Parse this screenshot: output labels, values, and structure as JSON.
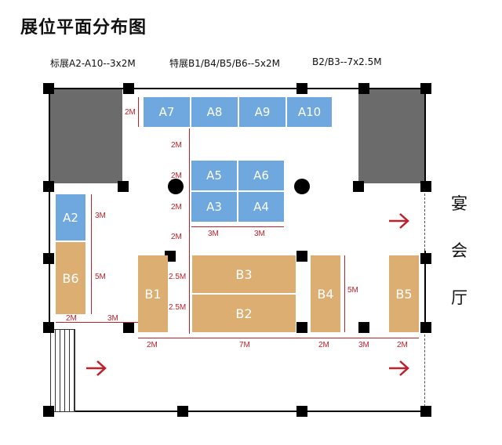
{
  "title": "展位平面分布图",
  "legend": {
    "standard": "标展A2-A10--3x2M",
    "special": "特展B1/B4/B5/B6--5x2M",
    "b2b3": "B2/B3--7x2.5M"
  },
  "booths_a": [
    "A7",
    "A8",
    "A9",
    "A10",
    "A5",
    "A6",
    "A3",
    "A4",
    "A2"
  ],
  "booths_b": [
    "B6",
    "B1",
    "B3",
    "B2",
    "B4",
    "B5"
  ],
  "dims": {
    "a7_h": "2M",
    "col_2m_1": "2M",
    "col_2m_2": "2M",
    "col_2m_3": "2M",
    "col_2m_4": "2M",
    "a3_w": "3M",
    "a4_w": "3M",
    "a2_h": "3M",
    "b6_h": "5M",
    "b6_w": "2M",
    "gap_3m": "3M",
    "b3_h": "2.5M",
    "b2_h": "2.5M",
    "b1_w": "2M",
    "b23_w": "7M",
    "b4_h": "5M",
    "b4_w": "2M",
    "b45_gap": "3M",
    "b5_w": "2M"
  },
  "hall": [
    "宴",
    "会",
    "厅"
  ],
  "colors": {
    "booth_a": "#6ea8de",
    "booth_b": "#dcae71",
    "dimension": "#c0202a",
    "storage": "#6b6b6b",
    "arrow": "#c0202a"
  }
}
